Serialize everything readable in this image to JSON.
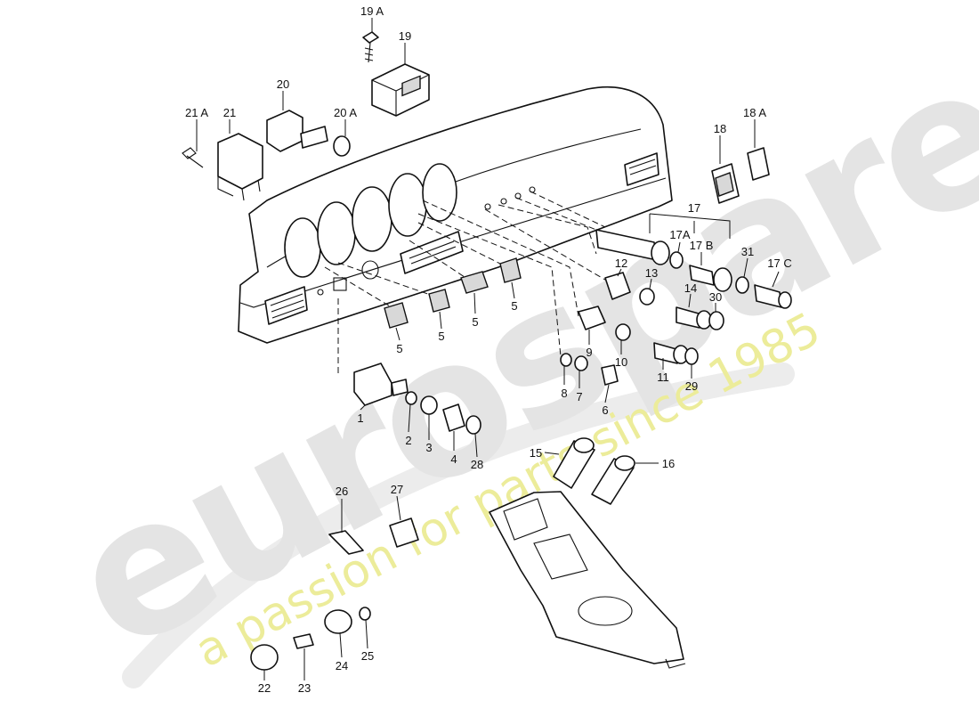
{
  "watermark": {
    "brand": "eurospares",
    "tagline": "a passion for parts since 1985"
  },
  "colors": {
    "watermark_gray": "#e4e4e4",
    "watermark_yellow": "#ecec9a",
    "line": "#111111"
  },
  "callouts": [
    {
      "id": "p1",
      "text": "1"
    },
    {
      "id": "p2",
      "text": "2"
    },
    {
      "id": "p3",
      "text": "3"
    },
    {
      "id": "p4",
      "text": "4"
    },
    {
      "id": "p5a",
      "text": "5"
    },
    {
      "id": "p5b",
      "text": "5"
    },
    {
      "id": "p5c",
      "text": "5"
    },
    {
      "id": "p5d",
      "text": "5"
    },
    {
      "id": "p6",
      "text": "6"
    },
    {
      "id": "p7",
      "text": "7"
    },
    {
      "id": "p8",
      "text": "8"
    },
    {
      "id": "p9",
      "text": "9"
    },
    {
      "id": "p10",
      "text": "10"
    },
    {
      "id": "p11",
      "text": "11"
    },
    {
      "id": "p12",
      "text": "12"
    },
    {
      "id": "p13",
      "text": "13"
    },
    {
      "id": "p14",
      "text": "14"
    },
    {
      "id": "p15",
      "text": "15"
    },
    {
      "id": "p16",
      "text": "16"
    },
    {
      "id": "p17",
      "text": "17"
    },
    {
      "id": "p17A",
      "text": "17A"
    },
    {
      "id": "p17B",
      "text": "17 B"
    },
    {
      "id": "p17C",
      "text": "17 C"
    },
    {
      "id": "p18",
      "text": "18"
    },
    {
      "id": "p18A",
      "text": "18 A"
    },
    {
      "id": "p19",
      "text": "19"
    },
    {
      "id": "p19A",
      "text": "19 A"
    },
    {
      "id": "p20",
      "text": "20"
    },
    {
      "id": "p20A",
      "text": "20 A"
    },
    {
      "id": "p21",
      "text": "21"
    },
    {
      "id": "p21A",
      "text": "21 A"
    },
    {
      "id": "p22",
      "text": "22"
    },
    {
      "id": "p23",
      "text": "23"
    },
    {
      "id": "p24",
      "text": "24"
    },
    {
      "id": "p25",
      "text": "25"
    },
    {
      "id": "p26",
      "text": "26"
    },
    {
      "id": "p27",
      "text": "27"
    },
    {
      "id": "p28",
      "text": "28"
    },
    {
      "id": "p29",
      "text": "29"
    },
    {
      "id": "p30",
      "text": "30"
    },
    {
      "id": "p31",
      "text": "31"
    }
  ]
}
